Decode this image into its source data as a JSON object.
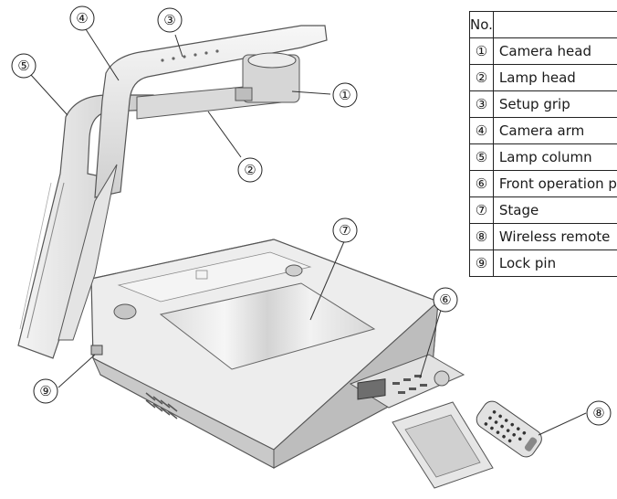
{
  "callouts": [
    {
      "num": "①"
    },
    {
      "num": "②"
    },
    {
      "num": "③"
    },
    {
      "num": "④"
    },
    {
      "num": "⑤"
    },
    {
      "num": "⑥"
    },
    {
      "num": "⑦"
    },
    {
      "num": "⑧"
    },
    {
      "num": "⑨"
    }
  ],
  "table": {
    "headers": [
      "No.",
      ""
    ],
    "rows": [
      {
        "no": "①",
        "name": "Camera head"
      },
      {
        "no": "②",
        "name": "Lamp head"
      },
      {
        "no": "③",
        "name": "Setup grip"
      },
      {
        "no": "④",
        "name": "Camera arm"
      },
      {
        "no": "⑤",
        "name": "Lamp column"
      },
      {
        "no": "⑥",
        "name": "Front operation panel"
      },
      {
        "no": "⑦",
        "name": "Stage"
      },
      {
        "no": "⑧",
        "name": "Wireless remote"
      },
      {
        "no": "⑨",
        "name": "Lock pin"
      }
    ]
  },
  "colors": {
    "body": "#e9e9e9",
    "outline": "#555555",
    "glass": "#d8d8d8",
    "accent": "#9a9a9a"
  }
}
